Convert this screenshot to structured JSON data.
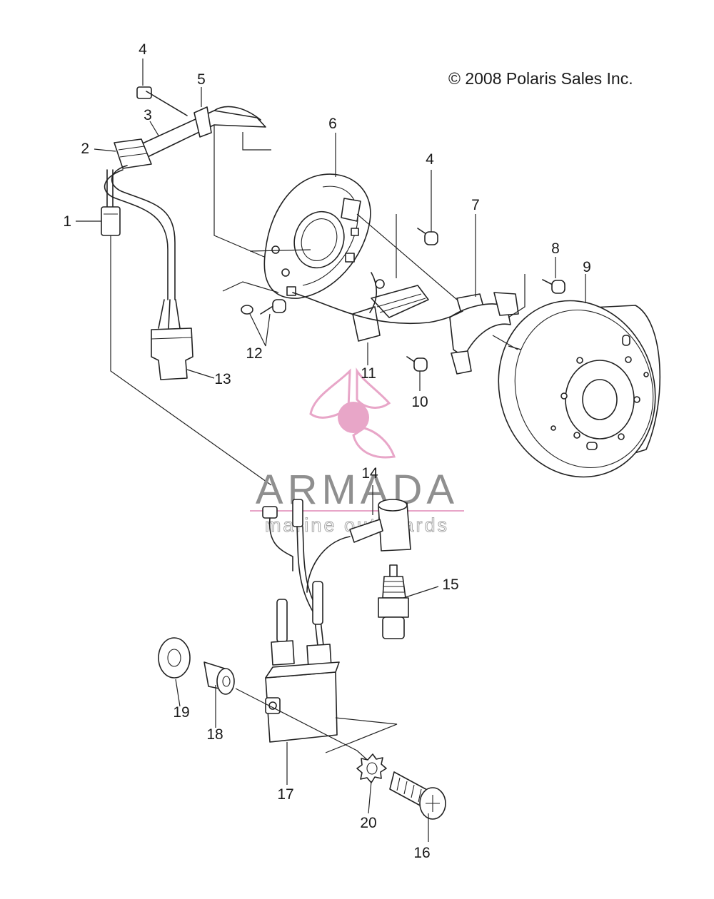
{
  "copyright": "© 2008 Polaris Sales Inc.",
  "watermark": {
    "brand": "ARMADA",
    "tagline": "marine outboards",
    "accent_color": "#e8a6c8",
    "text_color": "#8f8f8f"
  },
  "callouts": [
    "1",
    "2",
    "3",
    "4",
    "4",
    "5",
    "6",
    "7",
    "8",
    "9",
    "10",
    "11",
    "12",
    "13",
    "14",
    "15",
    "16",
    "17",
    "18",
    "19",
    "20"
  ]
}
